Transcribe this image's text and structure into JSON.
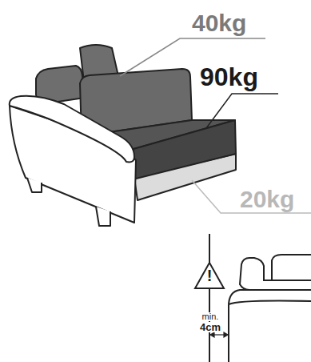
{
  "diagram": {
    "labels": [
      "40kg",
      "90kg",
      "20kg",
      "!",
      "min.",
      "4cm"
    ]
  }
}
